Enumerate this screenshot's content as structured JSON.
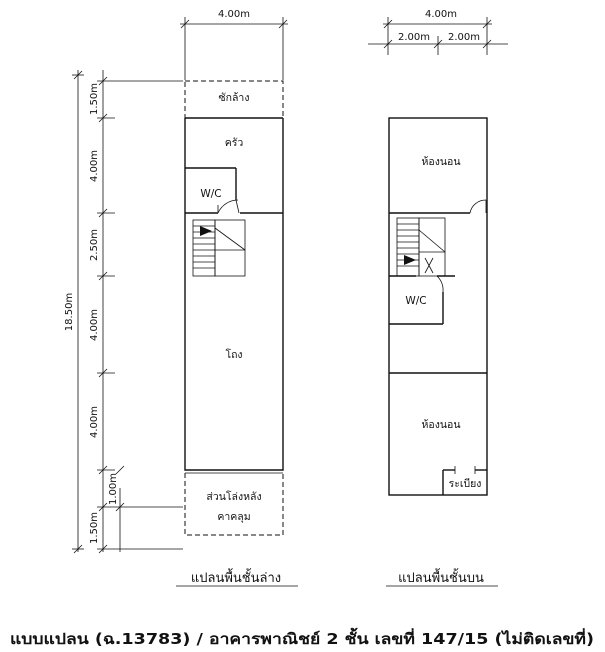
{
  "left_plan": {
    "width_dim": "4.00m",
    "total_dim": "18.50m",
    "seg_dims": [
      "1.50m",
      "4.00m",
      "2.50m",
      "4.00m",
      "4.00m",
      "1.50m"
    ],
    "inner_dim": "1.00m",
    "rooms": {
      "wash": "ซักล้าง",
      "kitchen": "ครัว",
      "wc": "W/C",
      "hall": "โถง",
      "yard_line1": "ส่วนโล่งหลัง",
      "yard_line2": "คาคลุม"
    },
    "title": "แปลนพื้นชั้นล่าง"
  },
  "right_plan": {
    "width_dim": "4.00m",
    "half_dims": [
      "2.00m",
      "2.00m"
    ],
    "rooms": {
      "bedroom_top": "ห้องนอน",
      "wc": "W/C",
      "bedroom_bottom": "ห้องนอน",
      "balcony": "ระเบียง"
    },
    "title": "แปลนพื้นชั้นบน"
  },
  "footer": "แบบแปลน (ฉ.13783) / อาคารพาณิชย์ 2 ชั้น เลขที่ 147/15 (ไม่ติดเลขที่)"
}
